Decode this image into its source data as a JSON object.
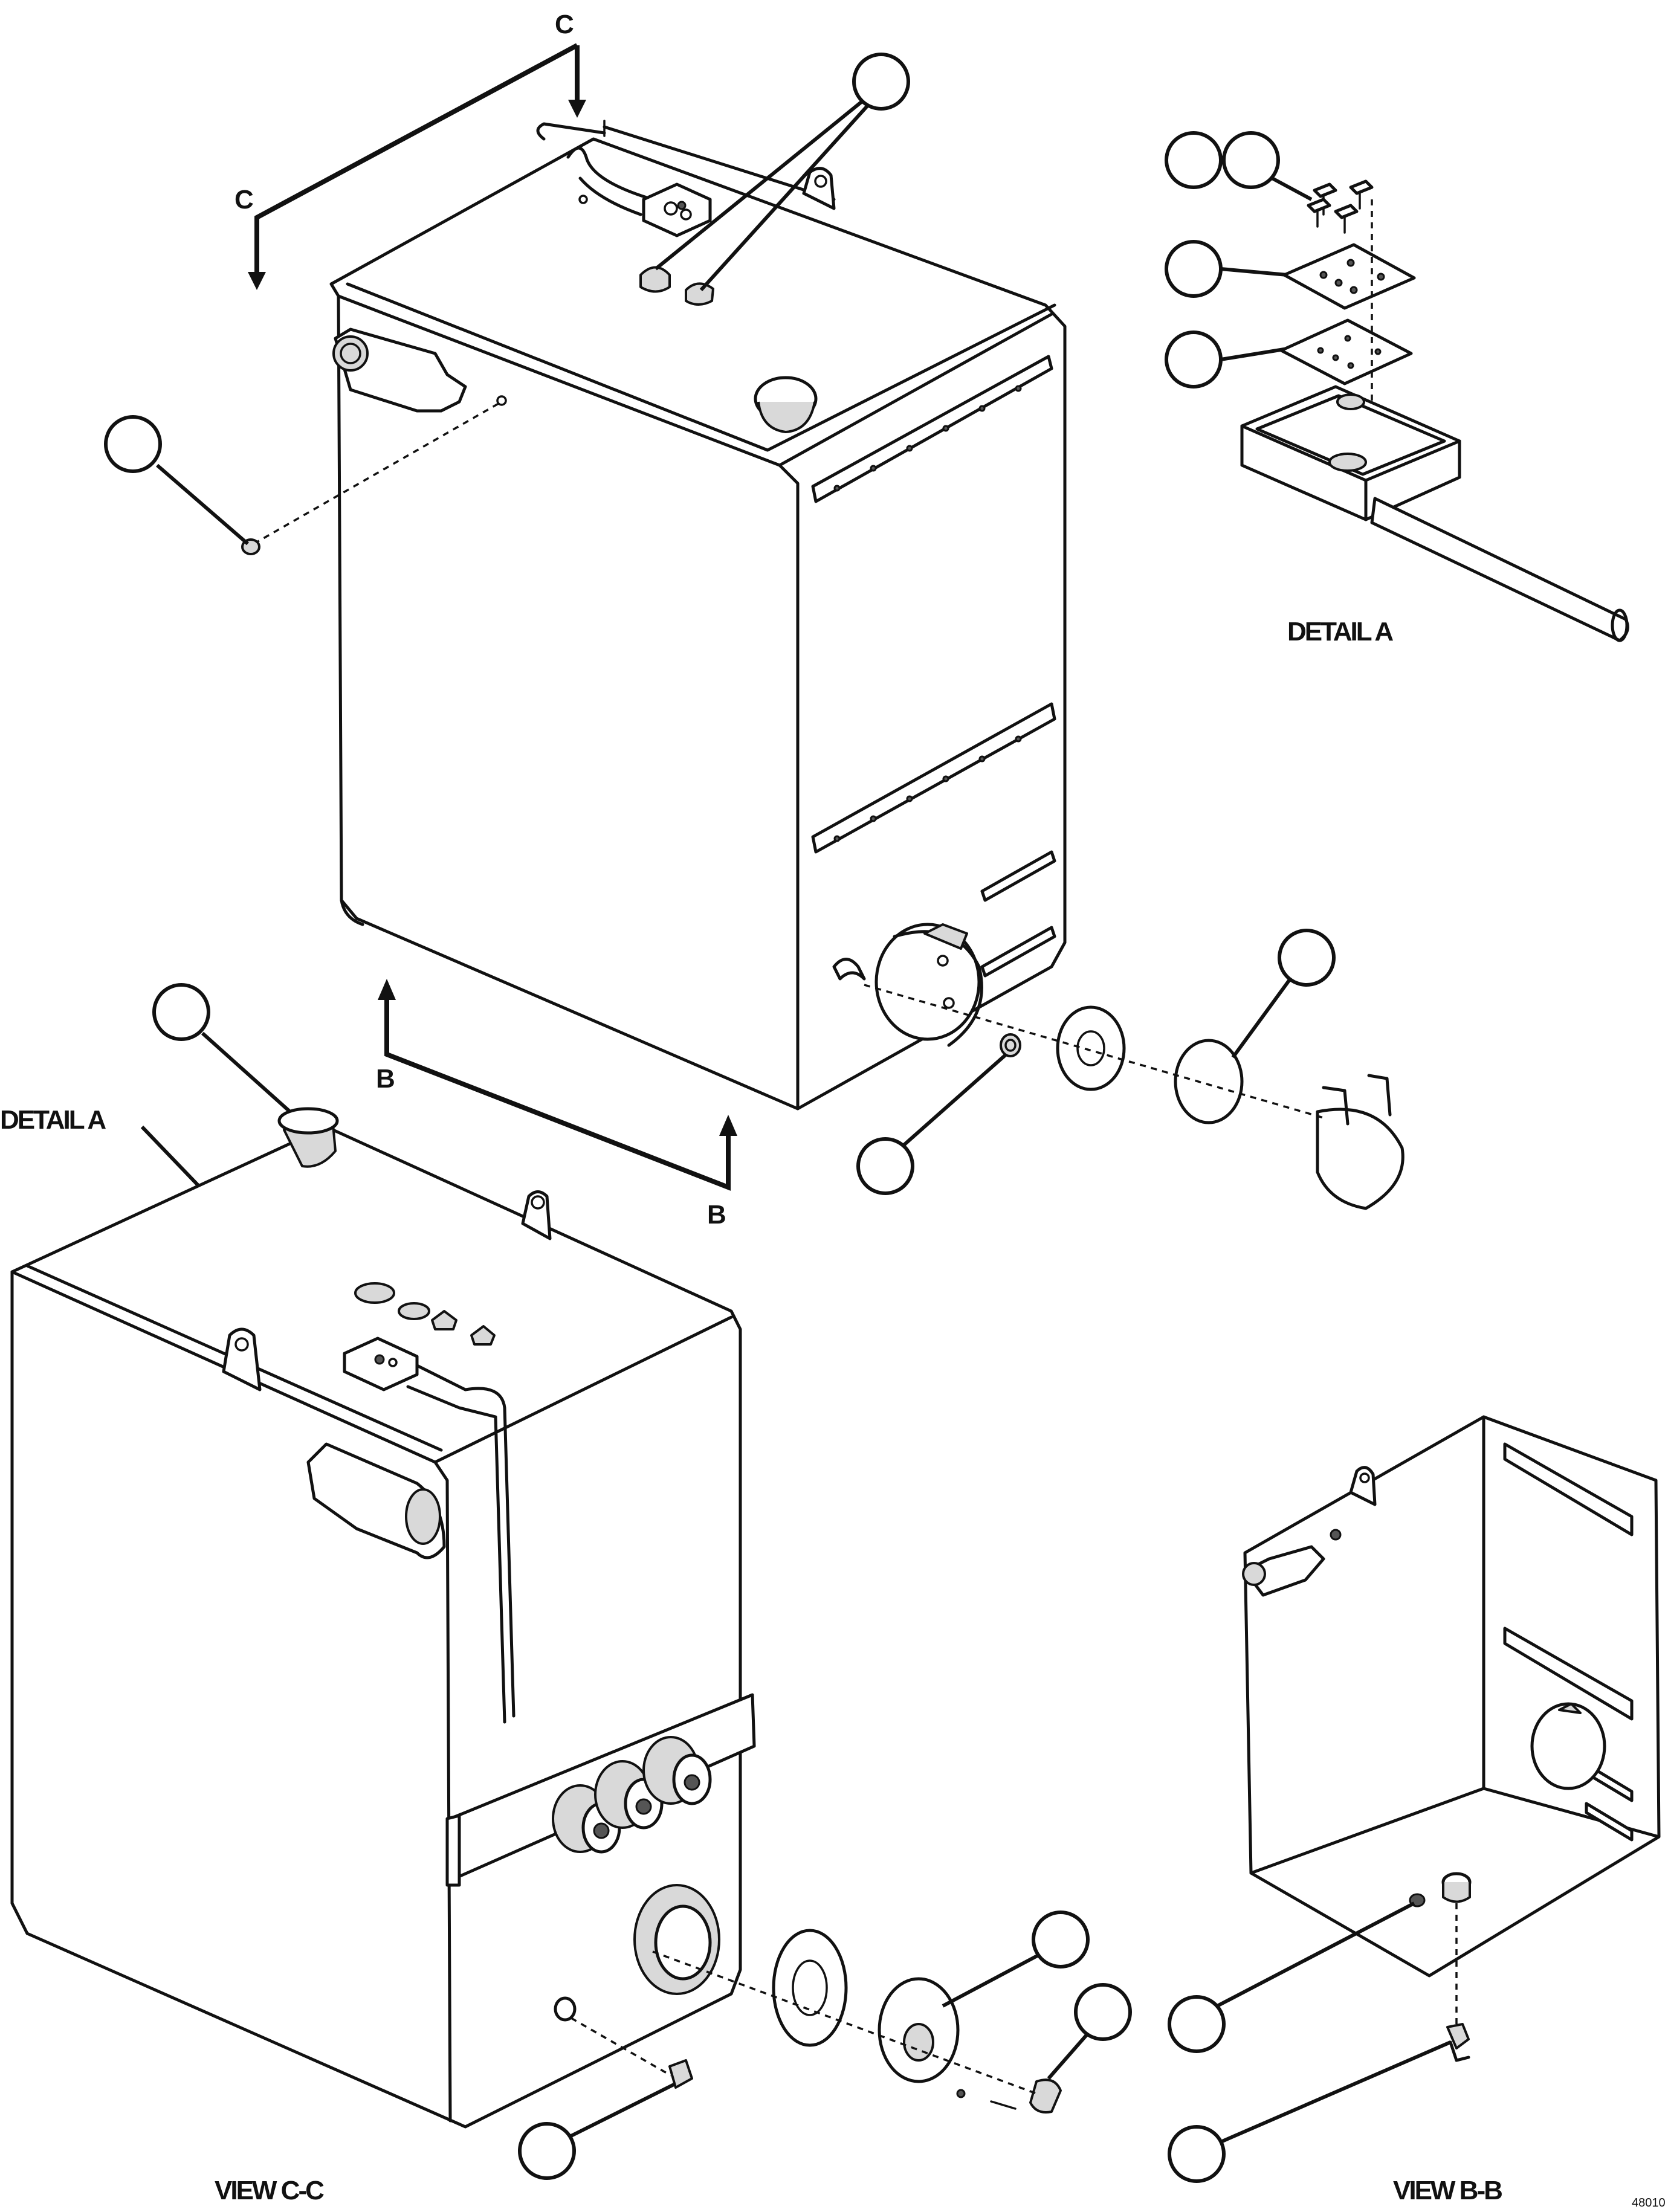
{
  "section_labels": {
    "c_top": "C",
    "c_left": "C",
    "b_left": "B",
    "b_right": "B"
  },
  "captions": {
    "detail_a_right": "DETAIL A",
    "detail_a_left": "DETAIL A",
    "view_cc": "VIEW C-C",
    "view_bb": "VIEW B-B"
  },
  "sheet_ref": "48010"
}
